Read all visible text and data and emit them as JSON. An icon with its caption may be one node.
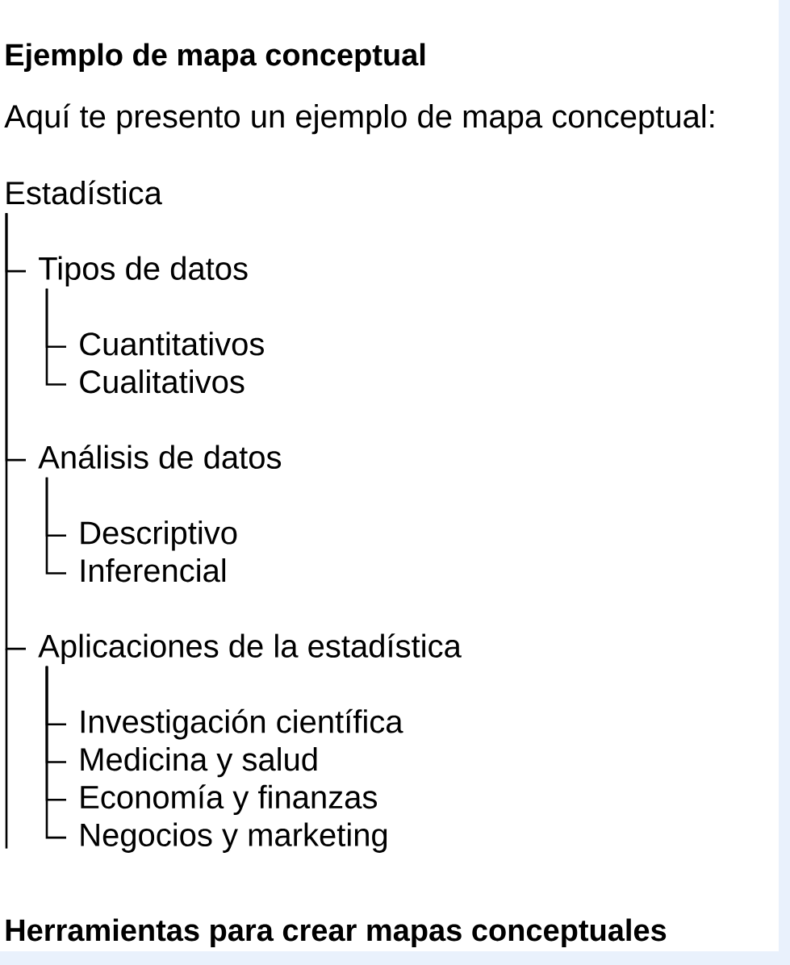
{
  "diagram": {
    "title": "Ejemplo de mapa conceptual",
    "nodes": [
      {
        "text": [
          "Estadística"
        ]
      },
      {
        "text": [
          "Tipos de datos"
        ]
      },
      {
        "text": [
          "Cuantitativos"
        ]
      },
      {
        "text": [
          "Cualitativos"
        ]
      },
      {
        "text": [
          "Análisis de datos"
        ]
      },
      {
        "text": [
          "Descriptivo"
        ]
      },
      {
        "text": [
          "Inferencial"
        ]
      },
      {
        "text": [
          "Aplicaciones de la estadística"
        ]
      },
      {
        "text": [
          "Investigación científica"
        ]
      },
      {
        "text": [
          "Medicina y salud"
        ]
      },
      {
        "text": [
          "Economía y finanzas"
        ]
      },
      {
        "text": [
          "Negocios y marketing"
        ]
      }
    ],
    "edges": [
      {
        "from": 0,
        "to": 1,
        "arrow": "none"
      },
      {
        "from": 1,
        "to": 2,
        "arrow": "none"
      },
      {
        "from": 1,
        "to": 3,
        "arrow": "none"
      },
      {
        "from": 0,
        "to": 4,
        "arrow": "none"
      },
      {
        "from": 4,
        "to": 5,
        "arrow": "none"
      },
      {
        "from": 4,
        "to": 6,
        "arrow": "none"
      },
      {
        "from": 0,
        "to": 7,
        "arrow": "none"
      },
      {
        "from": 7,
        "to": 8,
        "arrow": "none"
      },
      {
        "from": 7,
        "to": 9,
        "arrow": "none"
      },
      {
        "from": 7,
        "to": 10,
        "arrow": "none"
      },
      {
        "from": 7,
        "to": 11,
        "arrow": "none"
      }
    ],
    "labels": [
      "Aquí te presento un ejemplo de mapa conceptual:",
      "Herramientas para crear mapas conceptuales"
    ]
  }
}
